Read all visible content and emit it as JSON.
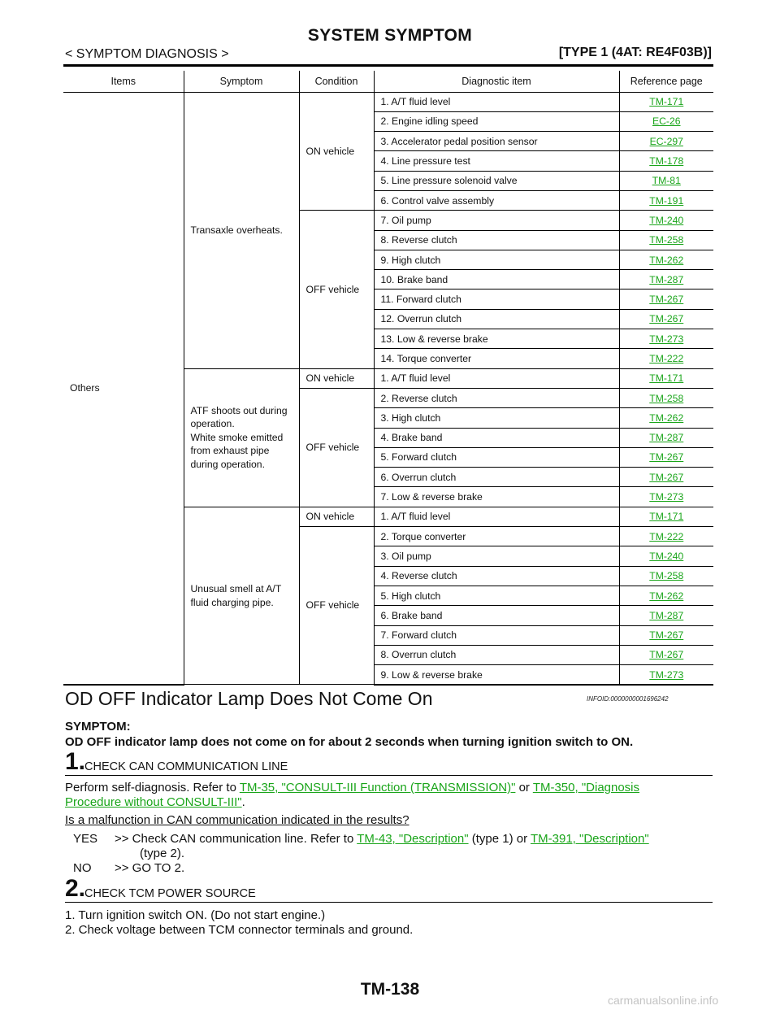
{
  "header": {
    "title": "SYSTEM SYMPTOM",
    "breadcrumb": "< SYMPTOM DIAGNOSIS >",
    "type": "[TYPE 1 (4AT: RE4F03B)]"
  },
  "table": {
    "headers": [
      "Items",
      "Symptom",
      "Condition",
      "Diagnostic item",
      "Reference page"
    ],
    "item": "Others",
    "groups": [
      {
        "symptom": "Transaxle overheats.",
        "conditions": [
          {
            "label": "ON vehicle",
            "rows": [
              [
                "1. A/T fluid level",
                "TM-171"
              ],
              [
                "2. Engine idling speed",
                "EC-26"
              ],
              [
                "3. Accelerator pedal position sensor",
                "EC-297"
              ],
              [
                "4. Line pressure test",
                "TM-178"
              ],
              [
                "5. Line pressure solenoid valve",
                "TM-81"
              ],
              [
                "6. Control valve assembly",
                "TM-191"
              ]
            ]
          },
          {
            "label": "OFF vehicle",
            "rows": [
              [
                "7. Oil pump",
                "TM-240"
              ],
              [
                "8. Reverse clutch",
                "TM-258"
              ],
              [
                "9. High clutch",
                "TM-262"
              ],
              [
                "10. Brake band",
                "TM-287"
              ],
              [
                "11. Forward clutch",
                "TM-267"
              ],
              [
                "12. Overrun clutch",
                "TM-267"
              ],
              [
                "13. Low & reverse brake",
                "TM-273"
              ],
              [
                "14. Torque converter",
                "TM-222"
              ]
            ]
          }
        ]
      },
      {
        "symptom": "ATF shoots out during operation.\nWhite smoke emitted from exhaust pipe during operation.",
        "conditions": [
          {
            "label": "ON vehicle",
            "rows": [
              [
                "1. A/T fluid level",
                "TM-171"
              ]
            ]
          },
          {
            "label": "OFF vehicle",
            "rows": [
              [
                "2. Reverse clutch",
                "TM-258"
              ],
              [
                "3. High clutch",
                "TM-262"
              ],
              [
                "4. Brake band",
                "TM-287"
              ],
              [
                "5. Forward clutch",
                "TM-267"
              ],
              [
                "6. Overrun clutch",
                "TM-267"
              ],
              [
                "7. Low & reverse brake",
                "TM-273"
              ]
            ]
          }
        ]
      },
      {
        "symptom": "Unusual smell at A/T fluid charging pipe.",
        "conditions": [
          {
            "label": "ON vehicle",
            "rows": [
              [
                "1. A/T fluid level",
                "TM-171"
              ]
            ]
          },
          {
            "label": "OFF vehicle",
            "rows": [
              [
                "2. Torque converter",
                "TM-222"
              ],
              [
                "3. Oil pump",
                "TM-240"
              ],
              [
                "4. Reverse clutch",
                "TM-258"
              ],
              [
                "5. High clutch",
                "TM-262"
              ],
              [
                "6. Brake band",
                "TM-287"
              ],
              [
                "7. Forward clutch",
                "TM-267"
              ],
              [
                "8. Overrun clutch",
                "TM-267"
              ],
              [
                "9. Low & reverse brake",
                "TM-273"
              ]
            ]
          }
        ]
      }
    ]
  },
  "section": {
    "title": "OD OFF Indicator Lamp Does Not Come On",
    "infoid": "INFOID:0000000001696242",
    "symptom_label": "SYMPTOM:",
    "symptom_text": "OD OFF indicator lamp does not come on for about 2 seconds when turning ignition switch to ON."
  },
  "step1": {
    "num": "1.",
    "title": "CHECK CAN COMMUNICATION LINE",
    "text_a": "Perform self-diagnosis. Refer to ",
    "link_a": "TM-35, \"CONSULT-III Function (TRANSMISSION)\"",
    "text_b": " or ",
    "link_b1": "TM-350, \"Diagnosis",
    "link_b2": "Procedure without CONSULT-III\"",
    "text_c": ".",
    "question": "Is a malfunction in CAN communication indicated in the results?",
    "yes_key": "YES",
    "yes_a": ">> Check CAN communication line. Refer to ",
    "yes_link1": "TM-43, \"Description\"",
    "yes_b": " (type 1) or ",
    "yes_link2": "TM-391, \"Description\"",
    "yes_c": "(type 2).",
    "no_key": "NO",
    "no_text": ">> GO TO 2."
  },
  "step2": {
    "num": "2.",
    "title": "CHECK TCM POWER SOURCE",
    "item1": "1. Turn ignition switch ON. (Do not start engine.)",
    "item2": "2. Check voltage between TCM connector terminals and ground."
  },
  "footer": {
    "page": "TM-138",
    "watermark": "carmanualsonline.info"
  },
  "colors": {
    "link": "#1aa51a",
    "text": "#111111"
  }
}
